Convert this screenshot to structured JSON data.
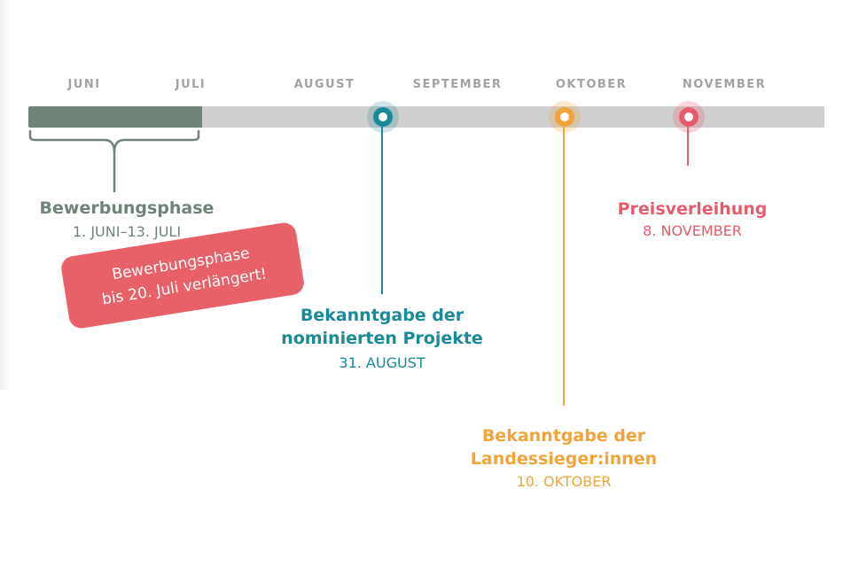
{
  "months": [
    "JUNI",
    "JULI",
    "AUGUST",
    "SEPTEMBER",
    "OKTOBER",
    "NOVEMBER"
  ],
  "colors": {
    "track": "#cfcfcf",
    "phase": "#6f8479",
    "nominees": "#1a8a98",
    "winners": "#f0a43a",
    "ceremony": "#e65c6a",
    "badge": "#e86068",
    "month_label": "#a3a3a3"
  },
  "application_phase": {
    "title": "Bewerbungsphase",
    "date": "1. JUNI–13. JULI"
  },
  "events": {
    "nominees": {
      "title_line1": "Bekanntgabe der",
      "title_line2": "nominierten Projekte",
      "date": "31. AUGUST"
    },
    "winners": {
      "title_line1": "Bekanntgabe der",
      "title_line2": "Landessieger:innen",
      "date": "10. OKTOBER"
    },
    "ceremony": {
      "title": "Preisverleihung",
      "date": "8. NOVEMBER"
    }
  },
  "notice": {
    "line1": "Bewerbungsphase",
    "line2": "bis 20. Juli verlängert!"
  }
}
